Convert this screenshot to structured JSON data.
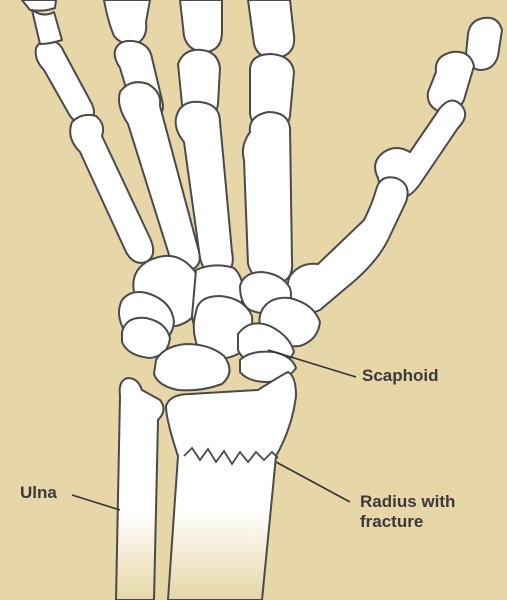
{
  "figure": {
    "background_color": "#e6d6a8",
    "bone_fill": "#ffffff",
    "bone_outline": "#4a4a4a"
  },
  "labels": {
    "scaphoid": "Scaphoid",
    "ulna": "Ulna",
    "radius_line1": "Radius with",
    "radius_line2": "fracture"
  }
}
